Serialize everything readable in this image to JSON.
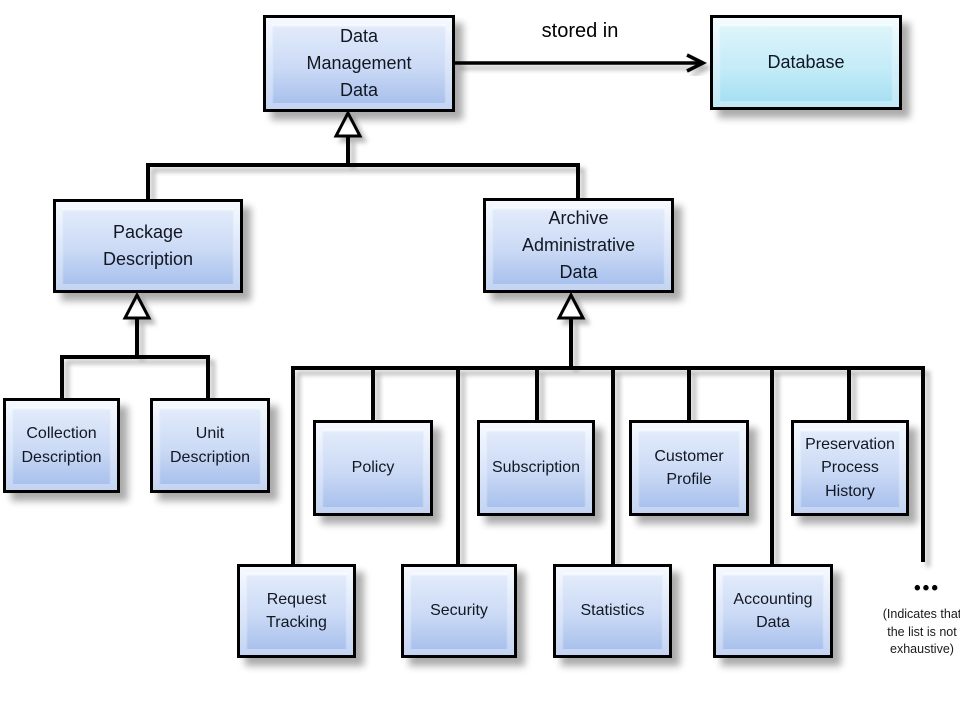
{
  "diagram": {
    "title_context": "data-management-hierarchy-diagram",
    "relation": {
      "label": "stored in"
    },
    "nodes": {
      "data_management_data": {
        "label": "Data\nManagement\nData"
      },
      "database": {
        "label": "Database"
      },
      "package_description": {
        "label": "Package\nDescription"
      },
      "archive_administrative_data": {
        "label": "Archive\nAdministrative\nData"
      },
      "collection_description": {
        "label": "Collection\nDescription"
      },
      "unit_description": {
        "label": "Unit\nDescription"
      },
      "policy": {
        "label": "Policy"
      },
      "subscription": {
        "label": "Subscription"
      },
      "customer_profile": {
        "label": "Customer\nProfile"
      },
      "preservation_process_history": {
        "label": "Preservation\nProcess\nHistory"
      },
      "request_tracking": {
        "label": "Request\nTracking"
      },
      "security": {
        "label": "Security"
      },
      "statistics": {
        "label": "Statistics"
      },
      "accounting_data": {
        "label": "Accounting\nData"
      }
    },
    "ellipsis": "•••",
    "note": "(Indicates that\nthe list is not\nexhaustive)",
    "colors": {
      "node_fill_top": "#e3ecfb",
      "node_fill_bottom": "#a9c1ed",
      "database_fill_top": "#def5fb",
      "database_fill_bottom": "#a6e0f3",
      "border": "#000000",
      "text": "#121722",
      "background": "#ffffff"
    }
  }
}
